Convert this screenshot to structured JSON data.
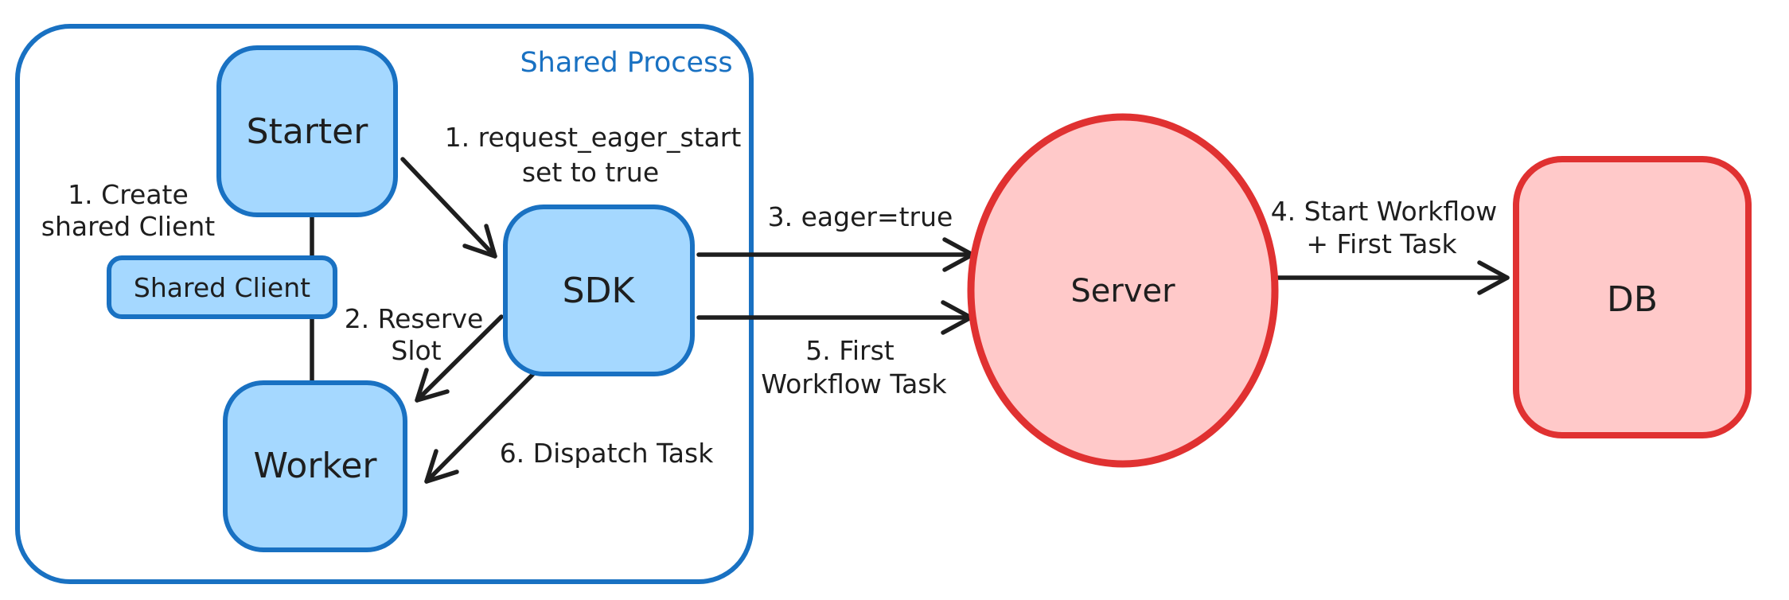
{
  "diagram": {
    "container_label": "Shared Process",
    "nodes": {
      "starter": "Starter",
      "shared_client": "Shared Client",
      "worker": "Worker",
      "sdk": "SDK",
      "server": "Server",
      "db": "DB"
    },
    "annotations": {
      "create_shared_client_line1": "1. Create",
      "create_shared_client_line2": "shared Client",
      "request_eager_start_line1": "1. request_eager_start",
      "request_eager_start_line2": "set to true",
      "reserve_slot_line1": "2. Reserve",
      "reserve_slot_line2": "Slot",
      "eager_true": "3. eager=true",
      "start_workflow_line1": "4. Start Workflow",
      "start_workflow_line2": "+ First Task",
      "first_workflow_task_line1": "5. First",
      "first_workflow_task_line2": "Workflow Task",
      "dispatch_task": "6. Dispatch Task"
    }
  },
  "colors": {
    "blue_stroke": "#1971c2",
    "blue_fill": "#a5d8ff",
    "red_stroke": "#e03131",
    "red_fill": "#ffc9c9",
    "ink": "#1e1e1e"
  }
}
